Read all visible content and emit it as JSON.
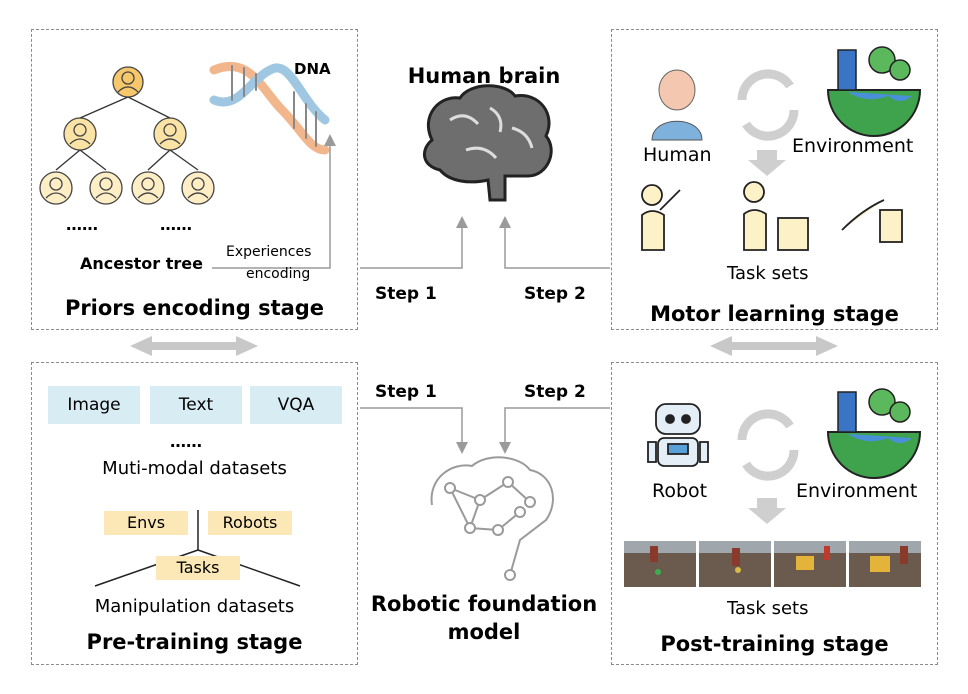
{
  "top_left": {
    "stage_title": "Priors encoding stage",
    "dna_label": "DNA",
    "tree_label": "Ancestor tree",
    "ellipsis_a": "……",
    "ellipsis_b": "……",
    "experiences_line1": "Experiences",
    "experiences_line2": "encoding"
  },
  "top_center": {
    "title": "Human brain",
    "step1": "Step 1",
    "step2": "Step 2"
  },
  "top_right": {
    "stage_title": "Motor learning stage",
    "human_label": "Human",
    "environment_label": "Environment",
    "tasks_label": "Task sets"
  },
  "bottom_left": {
    "stage_title": "Pre-training stage",
    "pills": [
      "Image",
      "Text",
      "VQA"
    ],
    "ellipsis": "……",
    "multimodal_label": "Muti-modal datasets",
    "tags": {
      "envs": "Envs",
      "robots": "Robots",
      "tasks": "Tasks"
    },
    "manipulation_label": "Manipulation datasets"
  },
  "bottom_center": {
    "title_line1": "Robotic foundation",
    "title_line2": "model",
    "step1": "Step 1",
    "step2": "Step 2"
  },
  "bottom_right": {
    "stage_title": "Post-training stage",
    "robot_label": "Robot",
    "environment_label": "Environment",
    "tasks_label": "Task sets"
  },
  "colors": {
    "dashed_border": "#8a8a8a",
    "pill_blue": "#d8ecf4",
    "tag_yellow": "#fbe8b6",
    "avatar_gold": "#f6c86b",
    "arrow_gray": "#9a9a9a"
  }
}
